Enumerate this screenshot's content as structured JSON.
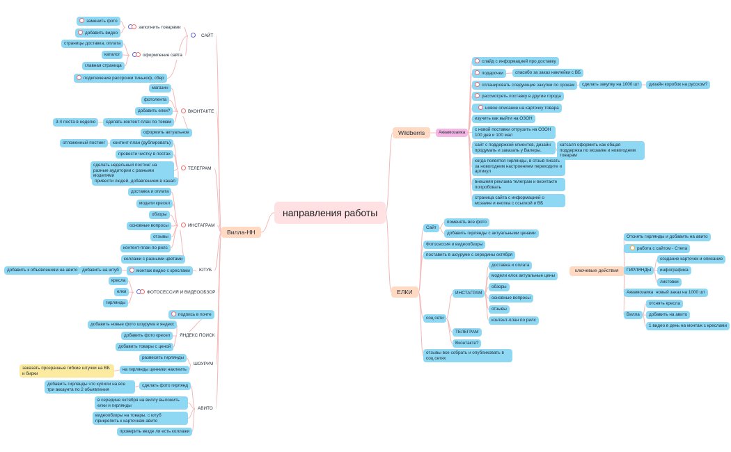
{
  "root": "направления работы",
  "villa": {
    "label": "Вилла-НН",
    "site": {
      "label": "САЙТ",
      "fill_goods": "заполнить товарами",
      "replace_photo": "заменить фото",
      "add_video": "добавить видео",
      "design": "оформление сайта",
      "pages": "страницы доставка, оплата",
      "catalog": "каталог",
      "main_page": "главная страница",
      "installments": "подключение рассрочки тинькоф, сбер"
    },
    "vk": {
      "label": "ВКОНТАКТЕ",
      "shop": "магазин",
      "photofeed": "фотолента",
      "add_trees": "добавить елки?",
      "content_plan": "сделать контент-план по темам",
      "posts_week": "3-4 поста в неделю",
      "update": "оформить актуальное"
    },
    "tg": {
      "label": "ТЕЛЕГРАМ",
      "content_plan": "контент-план (дублировать)",
      "deferred": "отложенный постинг",
      "cleanup": "провести чистку в постах",
      "weekly": "сделать недельный постинг на разные аудитории с разными моделями",
      "attract": "привести людей, добавлением в канал"
    },
    "insta": {
      "label": "ИНСТАГРАМ",
      "delivery": "доставка и оплата",
      "chairs": "модели кресел",
      "reviews_obz": "обзоры",
      "faq": "основные вопросы",
      "feedback": "отзывы",
      "reels": "контент-план по рилс",
      "collages": "коллажи с разными цветами"
    },
    "yt": {
      "label": "ЮТУБ",
      "montage": "монтаж видео с креслами",
      "add_yt": "добавить на ютуб",
      "add_avito": "добавить к объявлениям на авито"
    },
    "photo": {
      "label": "ФОТОСЕССИЯ И ВИДЕООБЗОР",
      "chairs": "кресла",
      "trees": "елки",
      "garlands": "гирлянды"
    },
    "yandex": {
      "label": "ЯНДЕКС ПОИСК",
      "mail": "подпись в почте",
      "showroom_photos": "добавить новые фото шоурума в яндекс",
      "chair_photos": "добавить фото кресел",
      "prices": "добавить товары с ценой"
    },
    "showroom": {
      "label": "ШОУРУМ",
      "hang": "развесить гирлянды",
      "tags": "на гирлянды ценники наклеить",
      "order": "заказать прозрачные гибкие штучки на ВБ и бирки"
    },
    "avito": {
      "label": "АВИТО",
      "buy_all": "добавить гирлянды что купили на все три аккаунта по 2 обьявления",
      "garland_photo": "сделать фото гирлянд",
      "october": "в середине октября на виллу выложить елки и гирлянды",
      "video": "видеообзоры на товары. с ютуб прикрепить к карточкам авито",
      "check": "проверить везде ли есть коллажи"
    }
  },
  "wb": {
    "label": "Wildberris",
    "akva": "Аквамозаика",
    "items": {
      "slide": "слайд с информацией про доставку",
      "gifts": "подарочки",
      "thanks": "спасибо за заказ наклейки с ВБ",
      "plan": "спланировать следующие закупки по срокам",
      "buy1000": "сделать закупку на 1000 шт",
      "boxes": "дизайн коробок на русском?",
      "cities": "рассмотреть поставку в другие города",
      "desc": "новое описание на карточку товара",
      "ozon": "изучить как выйти на ОЗОН",
      "ship": "с новой поставки отгрузить на ОЗОН 100 дев и 100 мал",
      "site_support": "сайт с поддержкой клиентов, дизайн продумать и заказать у Валеры.",
      "catalog": "катсалп оформить как общая поддержка по мозаике и новогодним товарам",
      "garlands": "когда появятся гирлянды, в отзыв писать за новогодним настроением переходите и артикул",
      "ads": "внешняя реклама телеграм и вконтакте попробовать",
      "page": "страница сайта с информацией о мозаике и кнопка с ссылкой и ВБ"
    }
  },
  "elki": {
    "label": "ЕЛКИ",
    "site": {
      "label": "Сайт",
      "photos": "поменять все фото",
      "prices": "добавить гирлянды с актуальными ценами"
    },
    "photo": "Фотосессия и видеообзоры",
    "showroom": "поставить в шоуруме с середины октября",
    "social": {
      "label": "соц сети",
      "insta": {
        "label": "ИНСТАГРАМ",
        "delivery": "доставка и оплата",
        "models": "модели елок актуальные цены",
        "reviews_obz": "обзоры",
        "faq": "основные вопросы",
        "feedback": "отзывы",
        "reels": "контент-план по рилс"
      },
      "tg": "ТЕЛЕГРАМ",
      "vk": "Вконтакте?"
    },
    "reviews": "отзывы все собрать и опубликовать в соц сетях"
  },
  "key": {
    "label": "ключевые действия",
    "take_garlands": "Отснять гирлянды и добавить на авито",
    "site_work": "работа с сайтом - Степа",
    "garlands": {
      "label": "ГИРЛЯНДЫ",
      "cards": "создание карточек и описание",
      "infographic": "инфографика",
      "flyers": "листовки"
    },
    "akva": {
      "label": "Аквамозаика",
      "order": "новый заказ на 1000 шт"
    },
    "villa": {
      "label": "Вилла",
      "shoot": "отснять кресла",
      "add_avito": "добавить на авито",
      "video_day": "1 видео в день на монтаж с креслами"
    }
  }
}
